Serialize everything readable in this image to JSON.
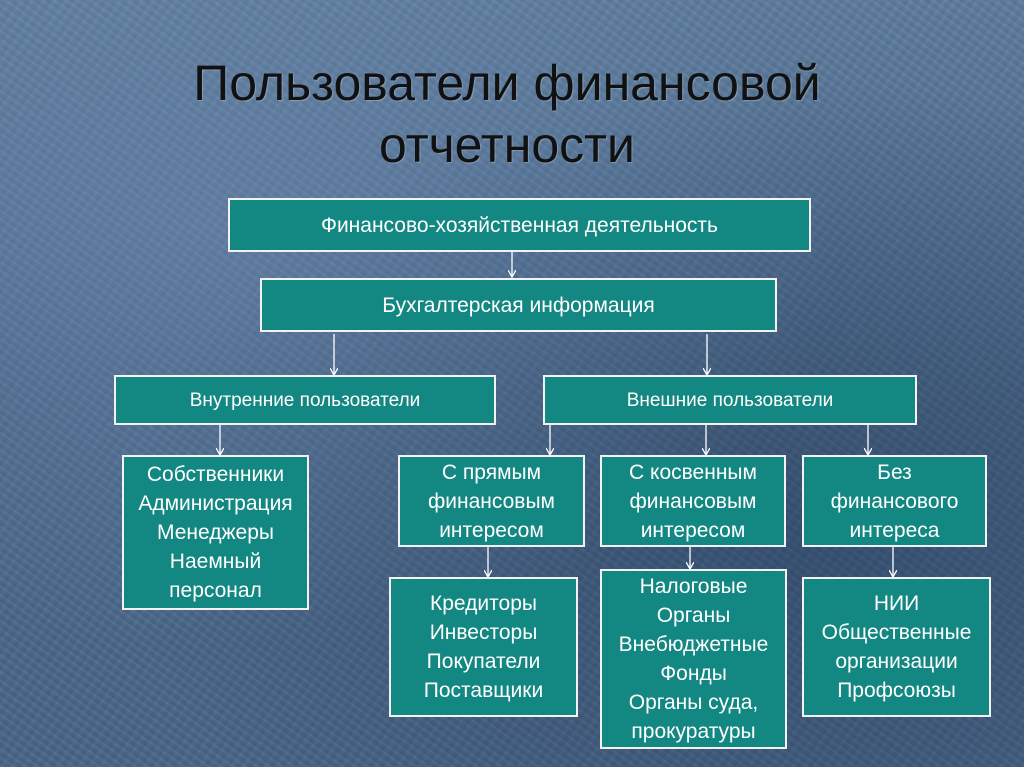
{
  "title": {
    "line1": "Пользователи финансовой",
    "line2": "отчетности"
  },
  "colors": {
    "box_fill": "#138781",
    "box_border": "#f2f2f2",
    "arrow": "#ffffff"
  },
  "nodes": {
    "activity": "Финансово-хозяйственная деятельность",
    "accounting_info": "Бухгалтерская информация",
    "internal_users": "Внутренние пользователи",
    "external_users": "Внешние пользователи",
    "internal_list": [
      "Собственники",
      "Администрация",
      "Менеджеры",
      "Наемный",
      "персонал"
    ],
    "direct_interest": [
      "С прямым",
      "финансовым",
      "интересом"
    ],
    "indirect_interest": [
      "С косвенным",
      "финансовым",
      "интересом"
    ],
    "no_interest": [
      "Без",
      "финансового",
      "интереса"
    ],
    "direct_list": [
      "Кредиторы",
      "Инвесторы",
      "Покупатели",
      "Поставщики"
    ],
    "indirect_list": [
      "Налоговые",
      "Органы",
      "Внебюджетные",
      "Фонды",
      "Органы суда,",
      "прокуратуры"
    ],
    "no_interest_list": [
      "НИИ",
      "Общественные",
      "организации",
      "Профсоюзы"
    ]
  }
}
